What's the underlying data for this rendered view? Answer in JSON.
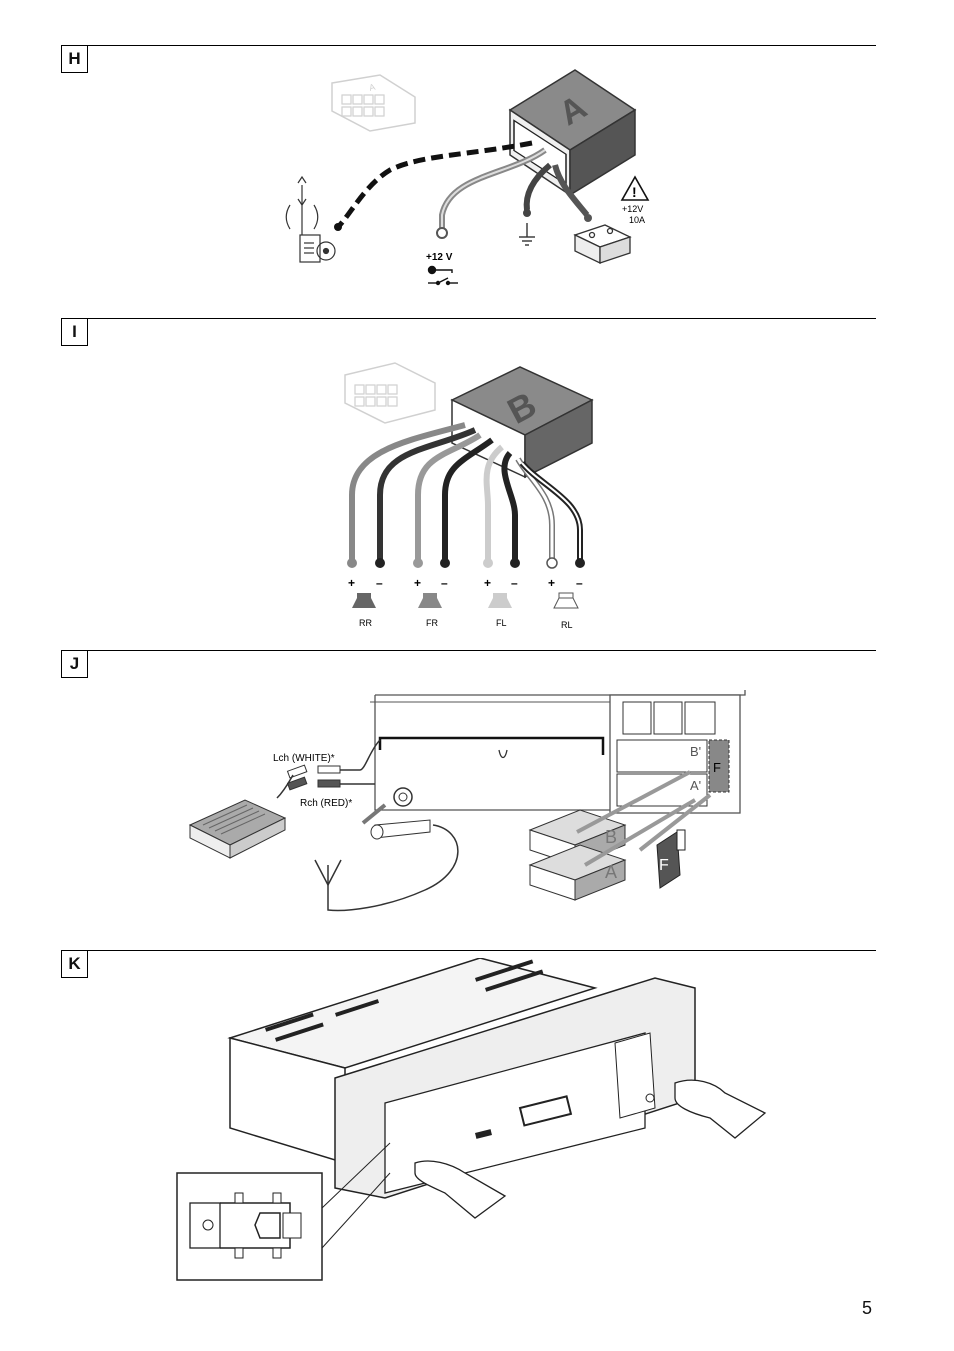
{
  "sections": {
    "H": {
      "label": "H",
      "connector_letter": "A",
      "ignition_voltage": "+12 V",
      "battery_voltage": "+12V",
      "fuse_rating": "10A"
    },
    "I": {
      "label": "I",
      "connector_letter": "B",
      "speakers": [
        {
          "code": "RR",
          "plus": "+",
          "minus": "–"
        },
        {
          "code": "FR",
          "plus": "+",
          "minus": "–"
        },
        {
          "code": "FL",
          "plus": "+",
          "minus": "–"
        },
        {
          "code": "RL",
          "plus": "+",
          "minus": "–"
        }
      ]
    },
    "J": {
      "label": "J",
      "lch": "Lch (WHITE)*",
      "rch": "Rch (RED)*",
      "slot_b": "B'",
      "slot_a": "A'",
      "fuse_label": "F",
      "plug_b": "B",
      "plug_a": "A"
    },
    "K": {
      "label": "K"
    }
  },
  "page_number": "5",
  "colors": {
    "wire_dark": "#333333",
    "wire_mid": "#8a8a8a",
    "wire_light": "#c8c8c8",
    "box_gray": "#6d6d6d"
  }
}
